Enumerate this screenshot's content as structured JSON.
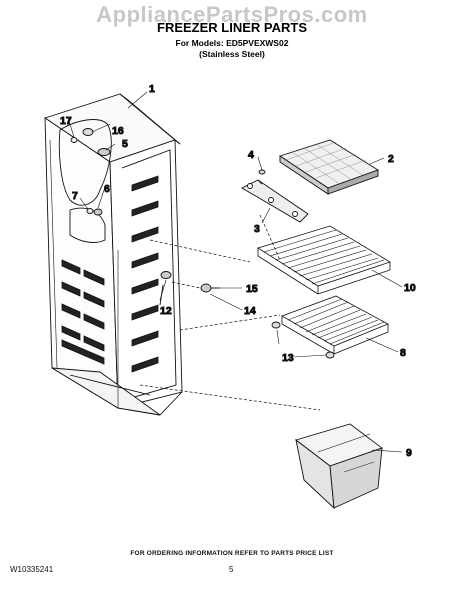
{
  "watermark": "AppliancePartsPros.com",
  "title": "FREEZER LINER PARTS",
  "subtitle_models": "For Models: ED5PVEXWS02",
  "subtitle_finish": "(Stainless Steel)",
  "callouts": {
    "c1": "1",
    "c2": "2",
    "c3": "3",
    "c4": "4",
    "c5": "5",
    "c6": "6",
    "c7": "7",
    "c8": "8",
    "c9": "9",
    "c10": "10",
    "c12": "12",
    "c13": "13",
    "c14": "14",
    "c15": "15",
    "c16": "16",
    "c17": "17"
  },
  "footer_text": "FOR ORDERING INFORMATION REFER TO PARTS PRICE LIST",
  "doc_number": "W10335241",
  "page_number": "5"
}
